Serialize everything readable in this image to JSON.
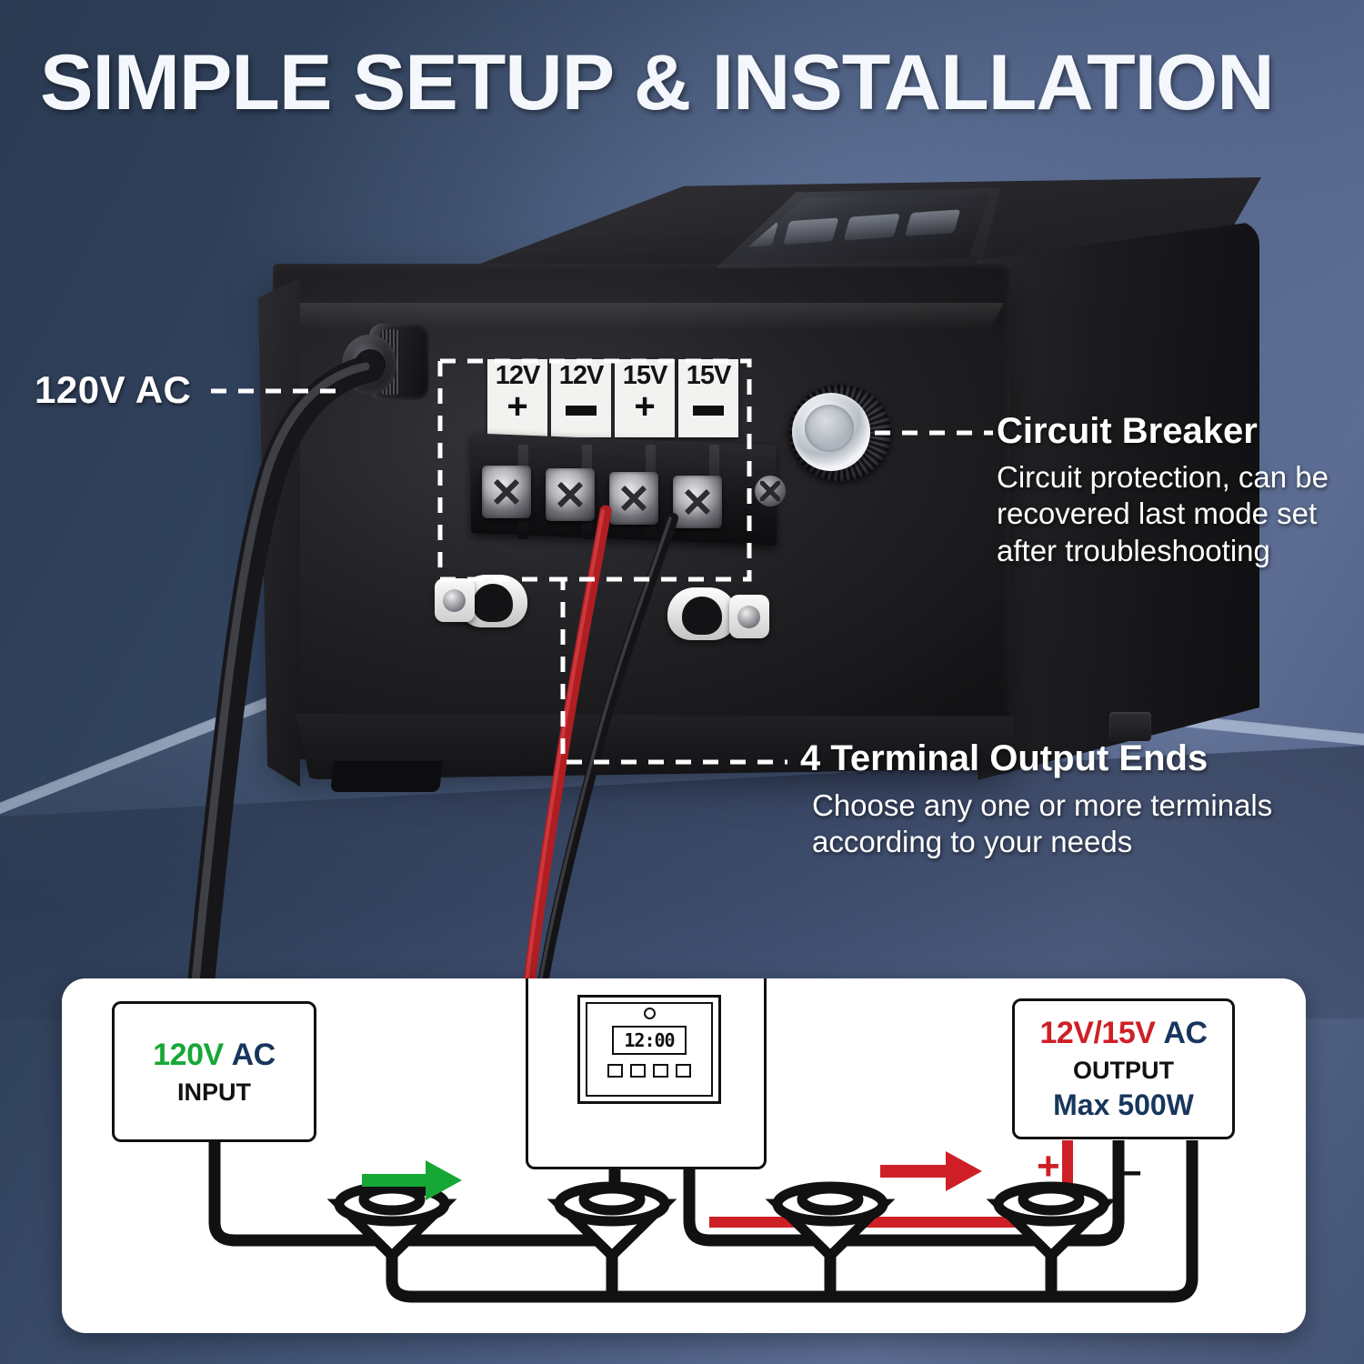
{
  "title": "SIMPLE SETUP & INSTALLATION",
  "colors": {
    "bg_dark": "#2d3c55",
    "bg_light": "#53638a",
    "green": "#17a737",
    "navy": "#17365c",
    "red": "#cf1f26",
    "black": "#111111",
    "white": "#ffffff"
  },
  "callouts": {
    "input": {
      "label": "120V AC"
    },
    "breaker": {
      "title": "Circuit Breaker",
      "body": "Circuit protection, can be recovered last mode set after troubleshooting"
    },
    "terminals": {
      "title": "4 Terminal Output Ends",
      "body": "Choose any one or more terminals according to your needs"
    }
  },
  "terminal_labels": [
    {
      "voltage": "12V",
      "polarity": "+",
      "sign": "plus"
    },
    {
      "voltage": "12V",
      "polarity": "–",
      "sign": "minus"
    },
    {
      "voltage": "15V",
      "polarity": "+",
      "sign": "plus"
    },
    {
      "voltage": "15V",
      "polarity": "–",
      "sign": "minus"
    }
  ],
  "diagram": {
    "input_box": {
      "voltage": "120V",
      "ac": "AC",
      "direction": "INPUT"
    },
    "controller": {
      "display": "12:00",
      "button_count": 4,
      "led": true
    },
    "output_box": {
      "voltage": "12V/15V",
      "ac": "AC",
      "direction": "OUTPUT",
      "power": "Max 500W"
    },
    "polarity_plus": "+",
    "polarity_minus": "–",
    "arrows": [
      {
        "name": "input-flow-arrow",
        "color": "#17a737"
      },
      {
        "name": "output-flow-arrow",
        "color": "#cf1f26"
      }
    ],
    "fixture_count": 4
  }
}
